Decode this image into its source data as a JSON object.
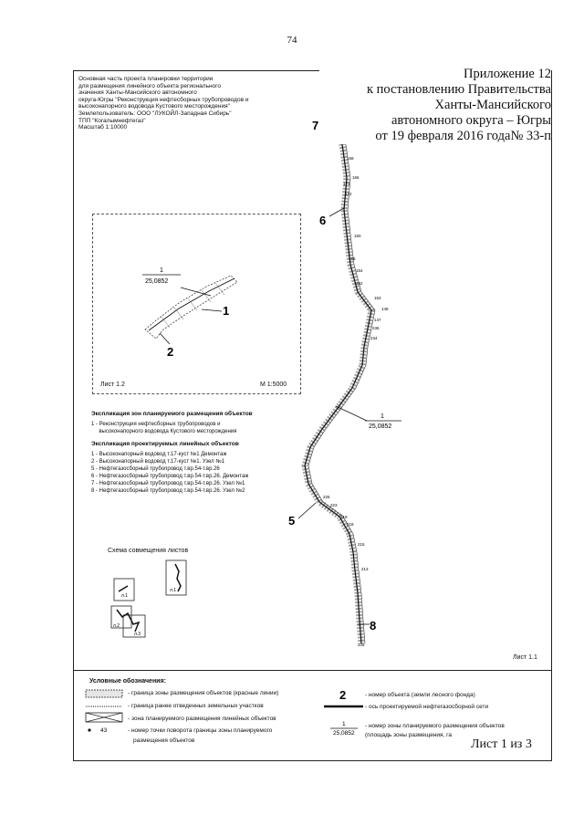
{
  "page_number": "74",
  "header": {
    "lines": [
      "Основная часть проекта планировки территории",
      "для размещения линейного объекта регионального",
      "значения Ханты-Мансийского автономного",
      "округа-Югры \"Реконструкция нефтесборных трубопроводов и",
      "высоконапорного водовода Кустового  месторождения\"",
      "Землепользователь: ООО \"ЛУКОЙЛ-Западная Сибирь\"",
      "ТПП \"Когалымнефтегаз\"",
      "Масштаб 1:10000"
    ]
  },
  "appendix": {
    "lines": [
      "Приложение 12",
      "к постановлению Правительства",
      "Ханты-Мансийского",
      "автономного округа – Югры",
      "от 19 февраля 2016 года№ 33-п"
    ]
  },
  "inset": {
    "sheet": "Лист 1.2",
    "scale": "М 1:5000",
    "zone_fraction_num": "1",
    "zone_fraction_den": "25,0852",
    "obj_1": "1",
    "obj_2": "2"
  },
  "zones_explication": {
    "title": "Экспликация зон планируемого размещения объектов",
    "items": [
      "1 - Реконструкция нефтесборных трубопроводов и",
      "     высоконапорного водовода Кустового месторождения"
    ]
  },
  "objects_explication": {
    "title": "Экспликация проектируемых линейных объектов",
    "items": [
      "1 - Высоконапорный водовод т.17-куст №1 Демонтаж",
      "2 - Высоконапорный водовод т.17-куст №1. Узел №1",
      "5 - Нефтегазосборный трубопровод т.вр.54-т.вр.26",
      "6 - Нефтегазосборный трубопровод т.вр.54-т.вр.26. Демонтаж",
      "7 - Нефтегазосборный трубопровод т.вр.54-т.вр.26. Узел №1",
      "8 - Нефтегазосборный трубопровод т.вр.54-т.вр.26. Узел №2"
    ]
  },
  "scheme": {
    "title": "Схема совмещения листов",
    "l11": "л.1",
    "l12": "л.2",
    "l13": "л.3"
  },
  "main_map": {
    "obj_7": "7",
    "obj_6": "6",
    "obj_5": "5",
    "obj_8": "8",
    "zone_fraction_num": "1",
    "zone_fraction_den": "25,0852",
    "point_labels": [
      "165",
      "165",
      "168",
      "166",
      "171",
      "172",
      "150",
      "152",
      "154",
      "156",
      "153",
      "148",
      "147",
      "236",
      "234",
      "226",
      "223",
      "219",
      "218",
      "215",
      "213",
      "209"
    ],
    "sheet_label": "Лист 1.1"
  },
  "legend": {
    "title": "Условные обозначения:",
    "red_lines": "- граница зоны размещения объектов (красные линии)",
    "allotted": "- граница ранее отведенных земельных участков",
    "planned_zone": "- зона планируемого размещения линейных объектов",
    "point_sample": "43",
    "turn_point_1": "- номер точки поворота границы зоны планируемого",
    "turn_point_2": "размещения объектов",
    "object_sample": "2",
    "object_number": "- номер объекта (земли лесного фонда)",
    "axis": "- ось проектируемой нефтегазосборной сети",
    "zone_num_sample": "1",
    "zone_area_sample": "25,0852",
    "zone_number_1": "- номер зоны планируемого размещения объектов",
    "zone_number_2": "(площадь зоны размещения, га"
  },
  "sheet_of": "Лист 1 из 3"
}
